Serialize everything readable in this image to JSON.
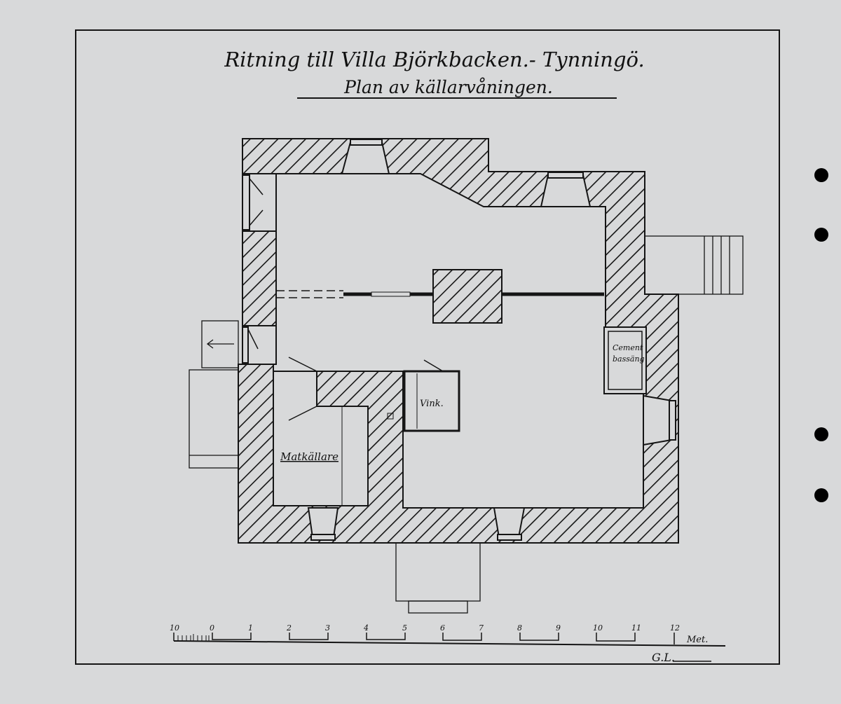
{
  "title": {
    "line1": "Ritning till Villa Björkbacken.- Tynningö.",
    "line2": "Plan av källarvåningen."
  },
  "rooms": {
    "matkallare": "Matkällare",
    "vink": "Vink.",
    "cement_1": "Cement",
    "cement_2": "bassäng"
  },
  "scale": {
    "ticks": [
      "10",
      "0",
      "1",
      "2",
      "3",
      "4",
      "5",
      "6",
      "7",
      "8",
      "9",
      "10",
      "11",
      "12"
    ],
    "unit": "Met."
  },
  "signature": "G.L.",
  "colors": {
    "paper": "#d8d9da",
    "ink": "#151515"
  }
}
